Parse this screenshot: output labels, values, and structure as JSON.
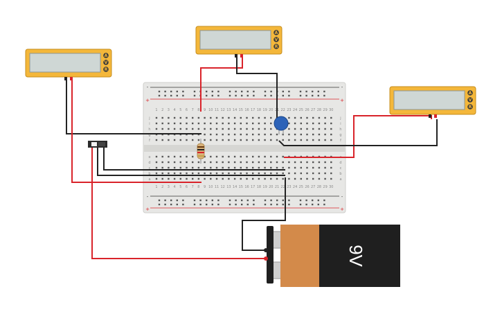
{
  "battery": {
    "label": "9V"
  },
  "colors": {
    "wire_red": "#d9232a",
    "wire_black": "#222222",
    "multimeter_body": "#f4b73a",
    "multimeter_screen": "#cfd7d5",
    "breadboard": "#e7e7e5",
    "battery_orange": "#d38a4a",
    "battery_black": "#1f1f1f",
    "capacitor_blue": "#2d63b8"
  },
  "breadboard": {
    "column_numbers": [
      "1",
      "2",
      "3",
      "4",
      "5",
      "6",
      "7",
      "8",
      "9",
      "10",
      "11",
      "12",
      "13",
      "14",
      "15",
      "16",
      "17",
      "18",
      "19",
      "20",
      "21",
      "22",
      "23",
      "24",
      "25",
      "26",
      "27",
      "28",
      "29",
      "30"
    ],
    "row_letters_top": [
      "j",
      "i",
      "h",
      "g",
      "f"
    ],
    "row_letters_bottom": [
      "e",
      "d",
      "c",
      "b",
      "a"
    ],
    "rail_plus": "+",
    "rail_minus": "-"
  },
  "multimeters": [
    {
      "id": "left",
      "buttons": [
        "A",
        "V",
        "R"
      ]
    },
    {
      "id": "center",
      "buttons": [
        "A",
        "V",
        "R"
      ]
    },
    {
      "id": "right",
      "buttons": [
        "A",
        "V",
        "R"
      ]
    }
  ]
}
